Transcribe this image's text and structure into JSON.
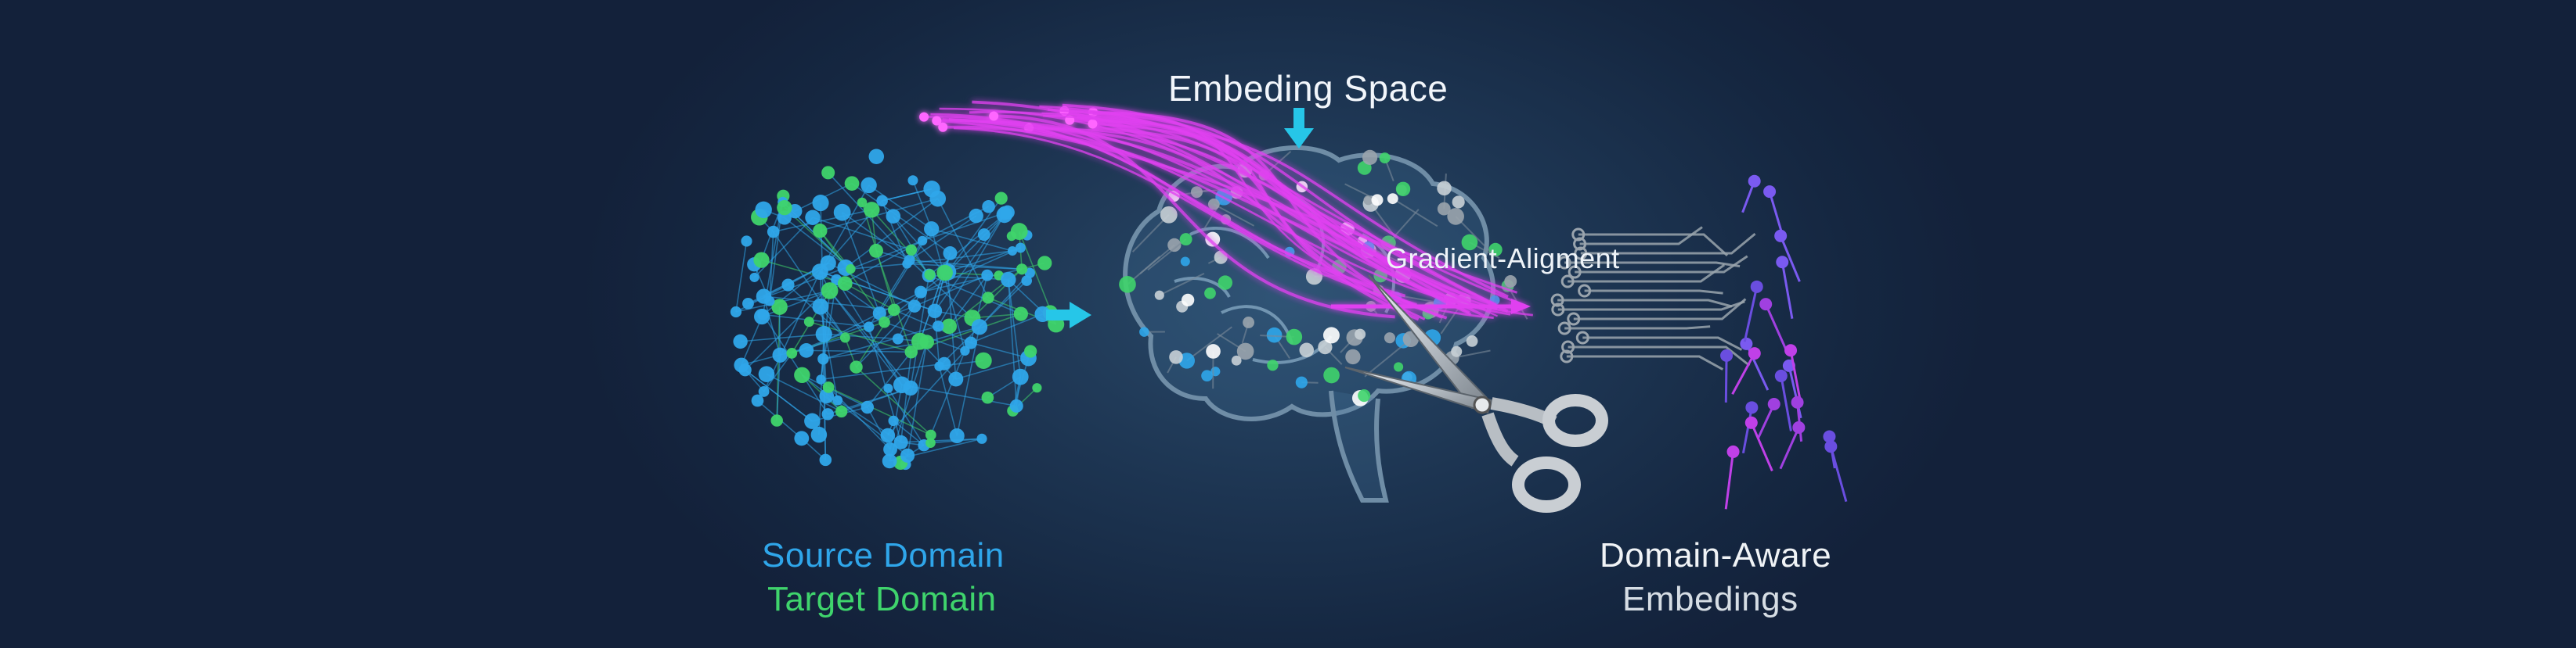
{
  "labels": {
    "embedding_space": "Embeding Space",
    "gradient_alignment": "Gradient-Aligment",
    "source_domain": "Source Domain",
    "target_domain": "Target Domain",
    "domain_aware_line1": "Domain-Aware",
    "domain_aware_line2": "Embedings"
  },
  "colors": {
    "background": "#14223a",
    "source_blue": "#2fa6ea",
    "target_green": "#3fd46c",
    "gradient_magenta": "#e040f0",
    "arrow_cyan": "#26c6e8",
    "neutral_gray": "#9aa4ad",
    "output_purple": "#a040e0"
  },
  "icons": [
    "scissors-icon",
    "brain-icon",
    "arrow-down-icon",
    "arrow-right-icon",
    "circuit-icon"
  ]
}
